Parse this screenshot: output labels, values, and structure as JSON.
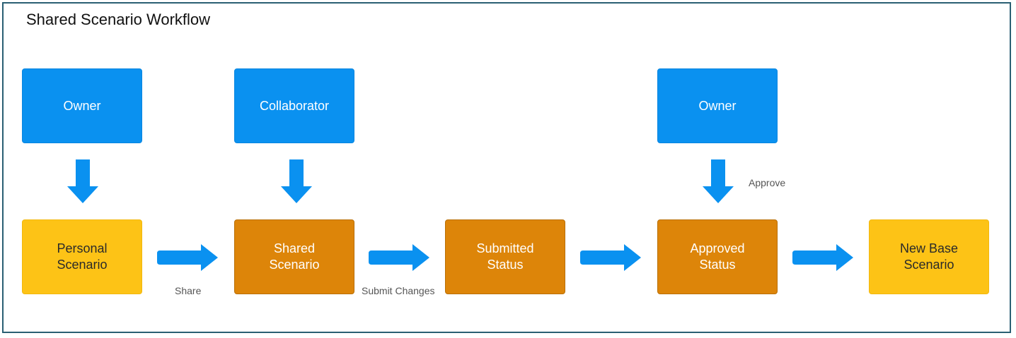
{
  "title": "Shared Scenario Workflow",
  "colors": {
    "role_box": "#0a91f0",
    "scenario_box": "#fdc316",
    "status_box": "#dd8509",
    "arrow": "#0a91f0",
    "frame_border": "#2a5f73"
  },
  "roles": {
    "owner_1": "Owner",
    "collaborator": "Collaborator",
    "owner_2": "Owner"
  },
  "stages": {
    "personal_scenario": "Personal\nScenario",
    "shared_scenario": "Shared\nScenario",
    "submitted_status": "Submitted\nStatus",
    "approved_status": "Approved\nStatus",
    "new_base_scenario": "New Base\nScenario"
  },
  "edge_labels": {
    "share": "Share",
    "submit_changes": "Submit Changes",
    "approve": "Approve"
  }
}
